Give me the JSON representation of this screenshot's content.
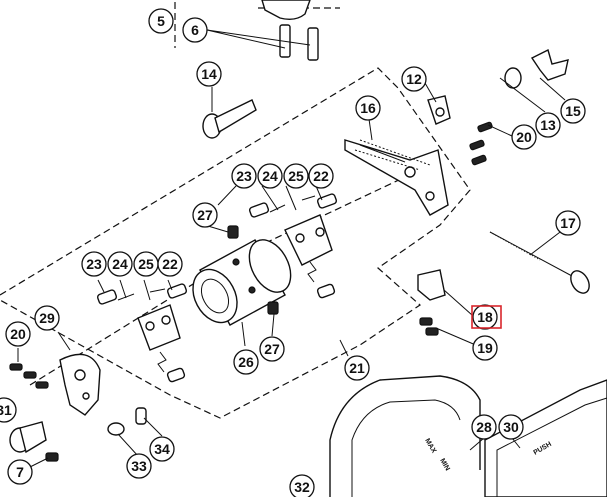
{
  "callouts": [
    {
      "id": "c5",
      "label": "5"
    },
    {
      "id": "c6",
      "label": "6"
    },
    {
      "id": "c14",
      "label": "14"
    },
    {
      "id": "c12",
      "label": "12"
    },
    {
      "id": "c13",
      "label": "13"
    },
    {
      "id": "c15",
      "label": "15"
    },
    {
      "id": "c16",
      "label": "16"
    },
    {
      "id": "c20a",
      "label": "20"
    },
    {
      "id": "c17",
      "label": "17"
    },
    {
      "id": "c23a",
      "label": "23"
    },
    {
      "id": "c24a",
      "label": "24"
    },
    {
      "id": "c25a",
      "label": "25"
    },
    {
      "id": "c22a",
      "label": "22"
    },
    {
      "id": "c27a",
      "label": "27"
    },
    {
      "id": "c23b",
      "label": "23"
    },
    {
      "id": "c24b",
      "label": "24"
    },
    {
      "id": "c25b",
      "label": "25"
    },
    {
      "id": "c22b",
      "label": "22"
    },
    {
      "id": "c18",
      "label": "18"
    },
    {
      "id": "c19",
      "label": "19"
    },
    {
      "id": "c20b",
      "label": "20"
    },
    {
      "id": "c29",
      "label": "29"
    },
    {
      "id": "c26",
      "label": "26"
    },
    {
      "id": "c27b",
      "label": "27"
    },
    {
      "id": "c21",
      "label": "21"
    },
    {
      "id": "c31",
      "label": "31"
    },
    {
      "id": "c7",
      "label": "7"
    },
    {
      "id": "c33",
      "label": "33"
    },
    {
      "id": "c34",
      "label": "34"
    },
    {
      "id": "c28",
      "label": "28"
    },
    {
      "id": "c30",
      "label": "30"
    },
    {
      "id": "c32",
      "label": "32"
    }
  ],
  "selected_callout": "18",
  "dial_labels": {
    "max": "MAX",
    "min": "MIN",
    "push": "PUSH"
  }
}
